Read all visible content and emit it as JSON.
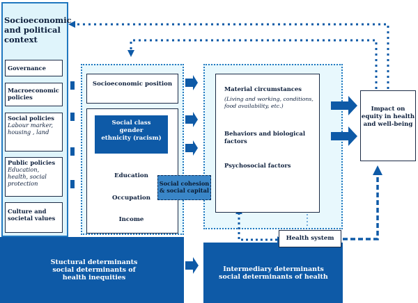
{
  "context": {
    "title": "Socioeconomic and political context",
    "governance": "Governance",
    "macro": "Macroeconomic policies",
    "social_policies": {
      "title": "Social policies",
      "detail": "Labour marker, housing , land"
    },
    "public_policies": {
      "title": "Public policies",
      "detail": "Education, health, social protection"
    },
    "culture": "Culture and societal values"
  },
  "structural": {
    "position": "Socioeconomic position",
    "class_block": {
      "line1": "Social class",
      "line2": "gender",
      "line3": "ethnicity (racism)"
    },
    "education": "Education",
    "occupation": "Occupation",
    "income": "Income"
  },
  "cohesion": "Social cohesion & social capital",
  "intermediary": {
    "material": "Material circumstances",
    "material_detail": "(Living and working, conditions, food availability, etc.)",
    "behaviors": "Behaviors and biological factors",
    "psychosocial": "Psychosocial factors"
  },
  "health_system": "Health system",
  "impact": "Impact on equity in health and well-being",
  "bottom": {
    "structural": "Stuctural determinants social determinants of health inequities",
    "intermediary": "Intermediary determinants social determinants of health"
  },
  "colors": {
    "dark_blue": "#0e5aa7",
    "light_blue_bg": "#dff4fb",
    "dotted_blue": "#1f77bf"
  }
}
